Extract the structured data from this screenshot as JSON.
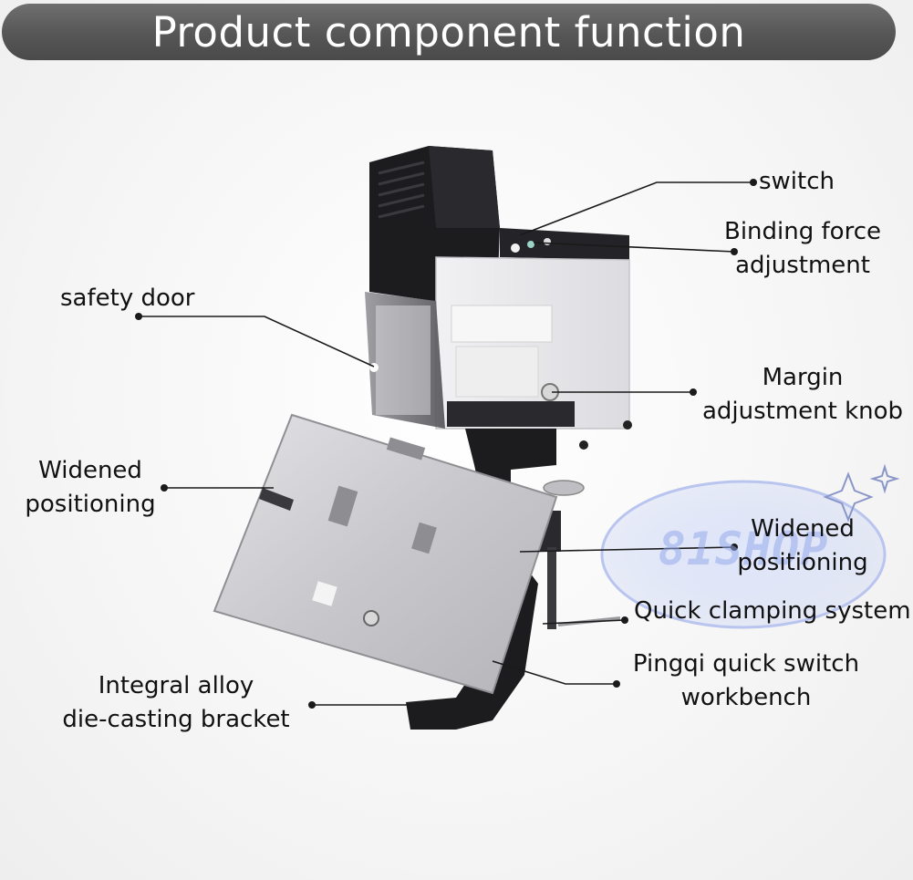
{
  "title": "Product component function",
  "watermark": "81SHOP",
  "labels": {
    "switch": "switch",
    "binding_1": "Binding force",
    "binding_2": "adjustment",
    "safety_door": "safety door",
    "margin_1": "Margin",
    "margin_2": "adjustment knob",
    "widened_left_1": "Widened",
    "widened_left_2": "positioning",
    "widened_right_1": "Widened",
    "widened_right_2": "positioning",
    "quick_clamp": "Quick clamping system",
    "pingqi_1": "Pingqi quick switch",
    "pingqi_2": "workbench",
    "bracket_1": "Integral alloy",
    "bracket_2": "die-casting bracket"
  },
  "colors": {
    "title_bar": "#5a5a5a",
    "title_text": "#ffffff",
    "machine_dark": "#1c1c1e",
    "machine_light": "#e9e9eb",
    "plate": "#c9c9cc",
    "leader_line": "#1a1a1a"
  }
}
